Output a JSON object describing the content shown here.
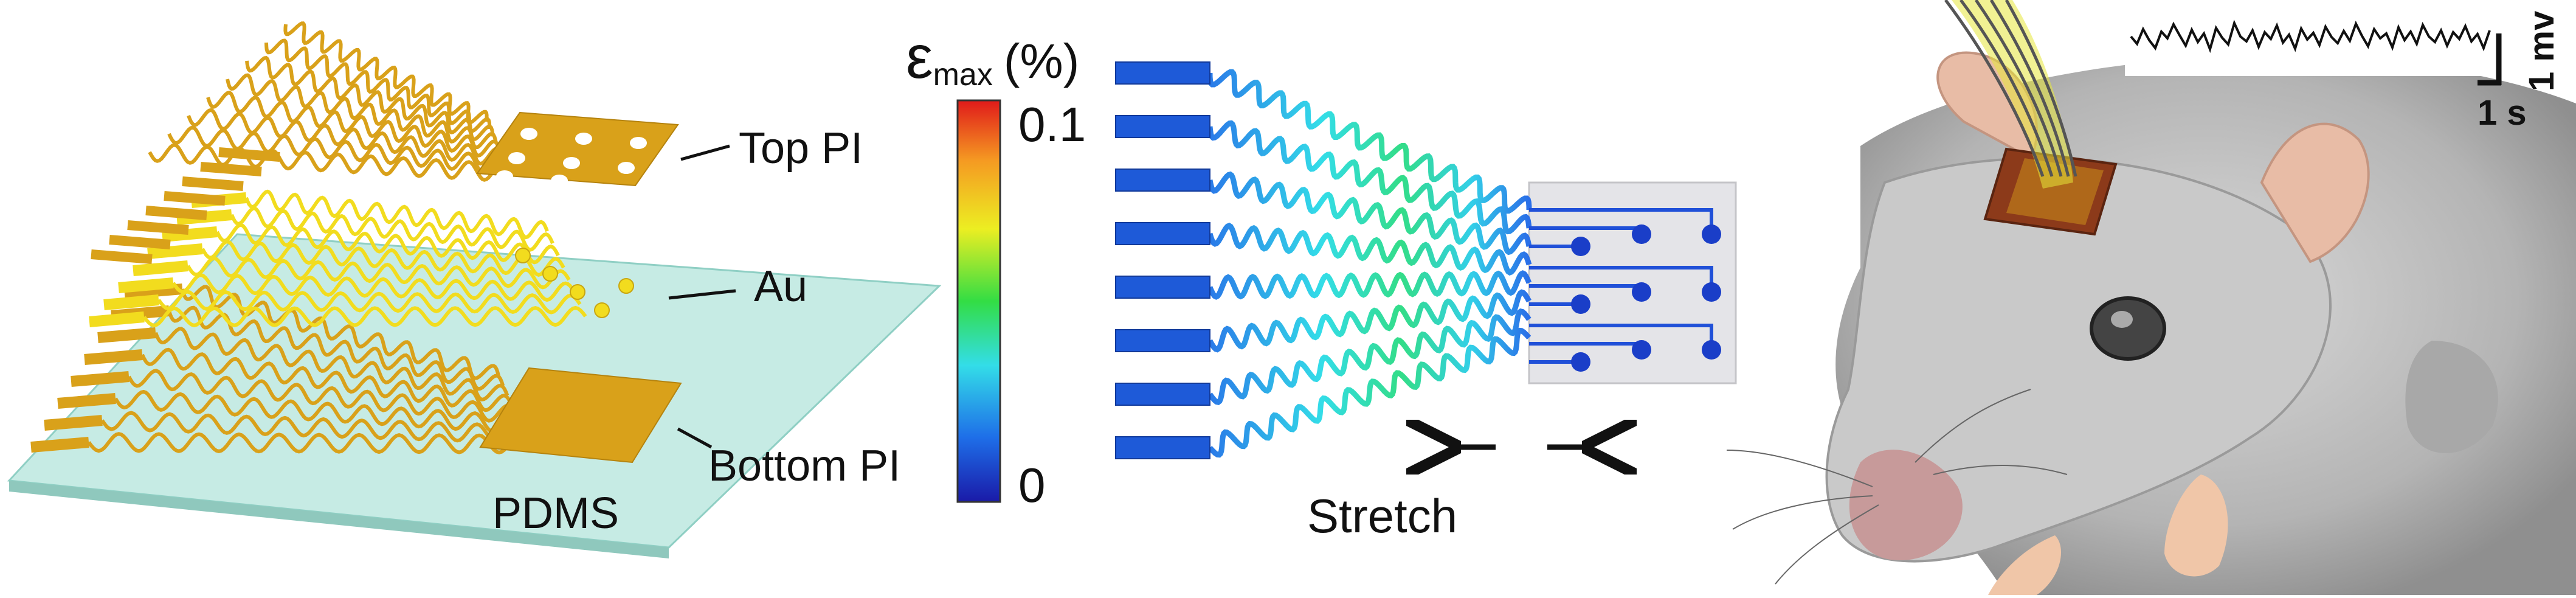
{
  "labels": {
    "top_pi": "Top PI",
    "au": "Au",
    "bottom_pi": "Bottom PI",
    "pdms": "PDMS",
    "strain_symbol": "ε",
    "strain_subscript": "max",
    "strain_unit": "(%)",
    "colorbar_max": "0.1",
    "colorbar_min": "0",
    "stretch": "Stretch",
    "scale_time": "1 s",
    "scale_voltage": "1 mv"
  },
  "colors": {
    "polyimide": "#d9a11a",
    "gold_trace": "#f2dc1e",
    "pdms": "#c6ebe4",
    "colorbar_stops": [
      "#1a1aa8",
      "#1e6ee8",
      "#33dde8",
      "#33dd44",
      "#ecee22",
      "#f59a22",
      "#e01a1a"
    ]
  },
  "eeg_trace": [
    0.5,
    0.38,
    0.62,
    0.44,
    0.31,
    0.58,
    0.47,
    0.7,
    0.52,
    0.35,
    0.61,
    0.41,
    0.55,
    0.29,
    0.64,
    0.48,
    0.37,
    0.72,
    0.5,
    0.42,
    0.6,
    0.33,
    0.57,
    0.46,
    0.68,
    0.4,
    0.53,
    0.3,
    0.63,
    0.45,
    0.56,
    0.36,
    0.66,
    0.49,
    0.39,
    0.59,
    0.43,
    0.71,
    0.51,
    0.34,
    0.62,
    0.47,
    0.55,
    0.32,
    0.65,
    0.44,
    0.58,
    0.38,
    0.69,
    0.5,
    0.41,
    0.6,
    0.35,
    0.57,
    0.46,
    0.67,
    0.42,
    0.54,
    0.31,
    0.6
  ]
}
